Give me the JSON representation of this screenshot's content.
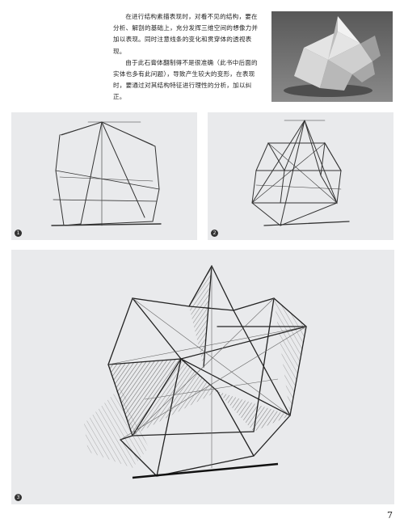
{
  "text": {
    "paragraph1": "在进行结构素描表现时，对看不见的结构，要在分析、解剖的基础上，充分发挥三维空间的想像力并加以表现。同时注意线条的变化和贯穿体的透视表现。",
    "paragraph2": "由于此石膏体翻制得不是很准确（此书中后面的实体也多有此问题），导致产生较大的变形，在表现时，要通过对其结构特征进行理性的分析，加以纠正。"
  },
  "figures": {
    "fig1": "1",
    "fig2": "2",
    "fig3": "3"
  },
  "page_number": "7"
}
